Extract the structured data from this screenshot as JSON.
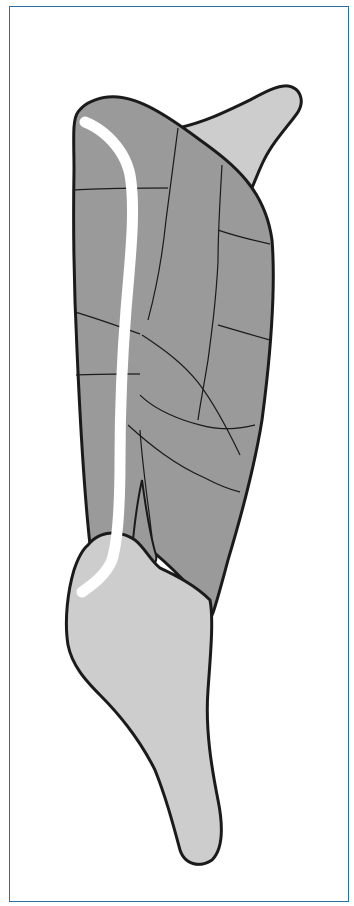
{
  "figure": {
    "frame_color": "#2a6fa8",
    "background": "#ffffff",
    "colors": {
      "outline": "#1a1a1a",
      "dark_region": "#9a9a9a",
      "light_region": "#cdcdcd",
      "line": "#ffffff"
    },
    "parts": [
      "upper-limb-segment",
      "lower-limb-segment",
      "upper-projection",
      "tendon",
      "segment-lines",
      "white-line"
    ]
  }
}
